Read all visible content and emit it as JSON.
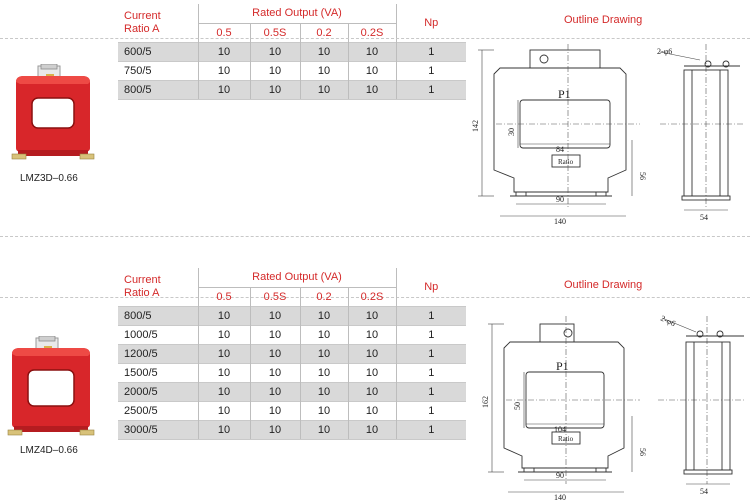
{
  "table_headers": {
    "current_ratio": "Current\nRatio A",
    "rated_output": "Rated Output (VA)",
    "np": "Np",
    "cols": [
      "0.5",
      "0.5S",
      "0.2",
      "0.2S"
    ]
  },
  "outline_title": "Outline Drawing",
  "products": [
    {
      "model": "LMZ3D–0.66",
      "rows": [
        {
          "ratio": "600/5",
          "v": [
            "10",
            "10",
            "10",
            "10"
          ],
          "np": "1"
        },
        {
          "ratio": "750/5",
          "v": [
            "10",
            "10",
            "10",
            "10"
          ],
          "np": "1"
        },
        {
          "ratio": "800/5",
          "v": [
            "10",
            "10",
            "10",
            "10"
          ],
          "np": "1"
        }
      ],
      "drawing": {
        "p1": "P1",
        "ratio_label": "Ratio",
        "hole_label": "2-φ6",
        "dims": {
          "height": "142",
          "window_h": "30",
          "window_w": "84",
          "base_h": "56",
          "mount": "90",
          "width": "140",
          "depth": "54"
        }
      }
    },
    {
      "model": "LMZ4D–0.66",
      "rows": [
        {
          "ratio": "800/5",
          "v": [
            "10",
            "10",
            "10",
            "10"
          ],
          "np": "1"
        },
        {
          "ratio": "1000/5",
          "v": [
            "10",
            "10",
            "10",
            "10"
          ],
          "np": "1"
        },
        {
          "ratio": "1200/5",
          "v": [
            "10",
            "10",
            "10",
            "10"
          ],
          "np": "1"
        },
        {
          "ratio": "1500/5",
          "v": [
            "10",
            "10",
            "10",
            "10"
          ],
          "np": "1"
        },
        {
          "ratio": "2000/5",
          "v": [
            "10",
            "10",
            "10",
            "10"
          ],
          "np": "1"
        },
        {
          "ratio": "2500/5",
          "v": [
            "10",
            "10",
            "10",
            "10"
          ],
          "np": "1"
        },
        {
          "ratio": "3000/5",
          "v": [
            "10",
            "10",
            "10",
            "10"
          ],
          "np": "1"
        }
      ],
      "drawing": {
        "p1": "P1",
        "ratio_label": "Ratio",
        "hole_label": "2-φ6",
        "dims": {
          "height": "162",
          "window_h": "50",
          "window_w": "104",
          "base_h": "56",
          "mount": "90",
          "width": "140",
          "depth": "54"
        }
      }
    }
  ],
  "colors": {
    "accent": "#d42a2a",
    "product_red": "#d8262a",
    "row_shade": "#d9d9d9"
  }
}
